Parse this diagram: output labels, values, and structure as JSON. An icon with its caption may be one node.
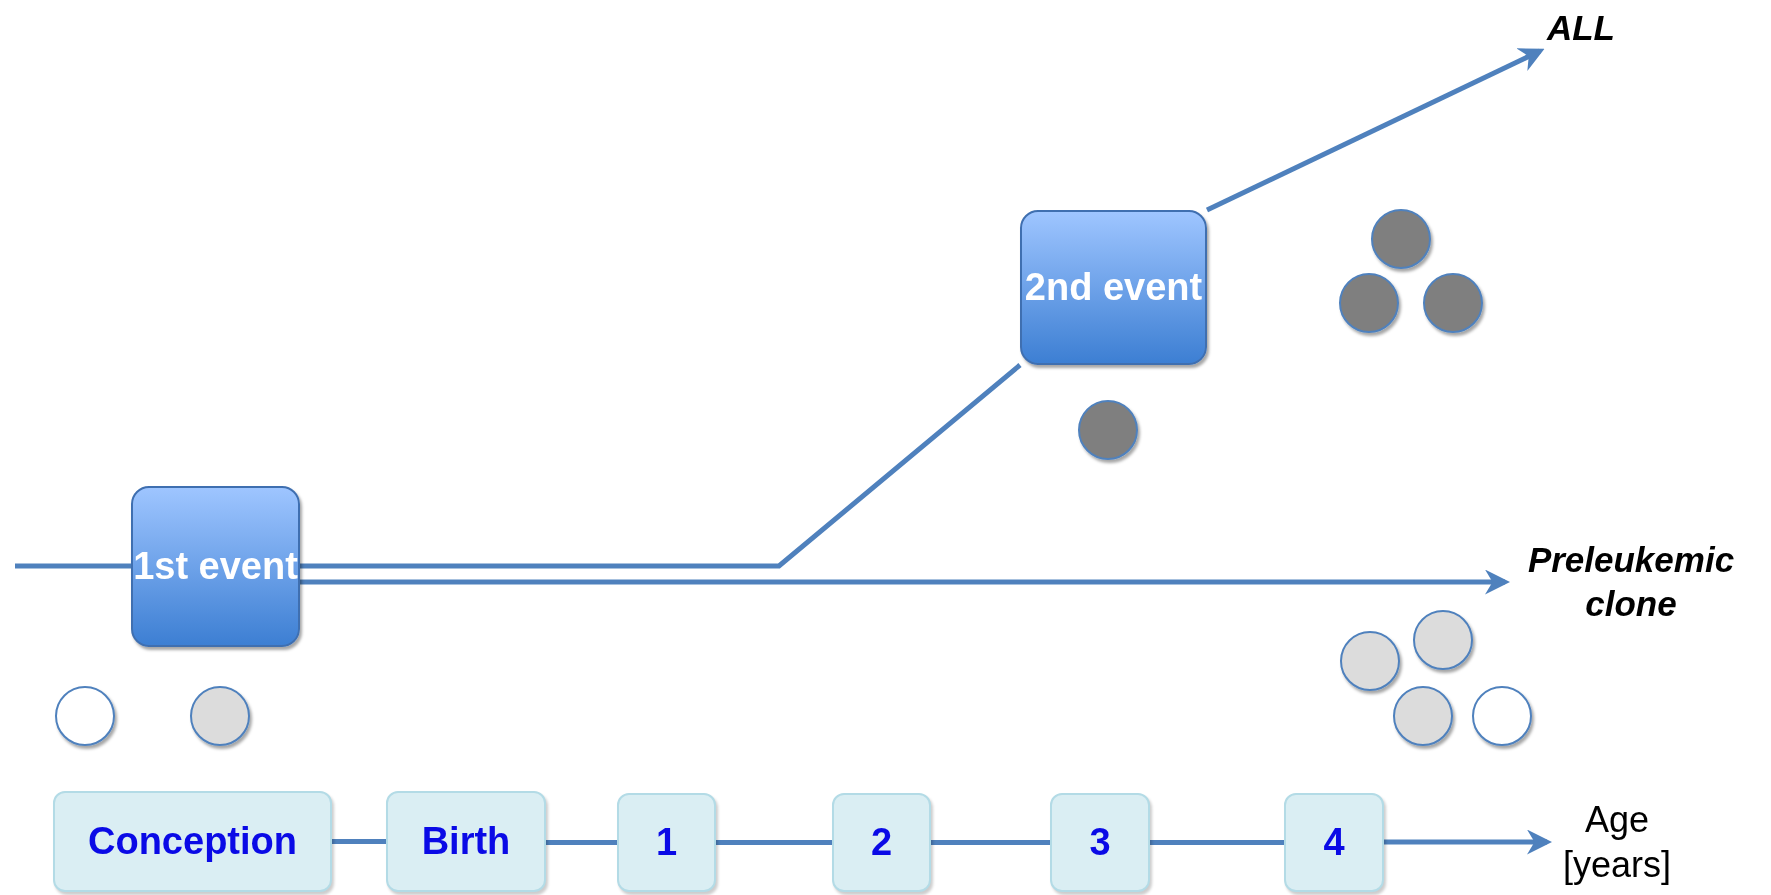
{
  "diagram": {
    "nodes": [
      {
        "text": [
          "1st event"
        ]
      },
      {
        "text": [
          "2nd event"
        ]
      },
      {
        "text": [
          "ALL"
        ]
      },
      {
        "text": [
          "Preleukemic clone"
        ]
      },
      {
        "text": [
          "Conception"
        ]
      },
      {
        "text": [
          "Birth"
        ]
      },
      {
        "text": [
          "1"
        ]
      },
      {
        "text": [
          "2"
        ]
      },
      {
        "text": [
          "3"
        ]
      },
      {
        "text": [
          "4"
        ]
      },
      {
        "text": [
          "Age [years]"
        ]
      }
    ],
    "edges": [
      {
        "from": null,
        "to": 0,
        "arrow": "none"
      },
      {
        "from": 0,
        "to": 3,
        "arrow": "to"
      },
      {
        "from": 0,
        "to": 1,
        "arrow": "none"
      },
      {
        "from": 1,
        "to": 2,
        "arrow": "to"
      },
      {
        "from": 4,
        "to": 5,
        "arrow": "none"
      },
      {
        "from": 5,
        "to": 6,
        "arrow": "none"
      },
      {
        "from": 6,
        "to": 7,
        "arrow": "none"
      },
      {
        "from": 7,
        "to": 8,
        "arrow": "none"
      },
      {
        "from": 8,
        "to": 9,
        "arrow": "none"
      },
      {
        "from": 9,
        "to": 10,
        "arrow": "to"
      }
    ]
  }
}
